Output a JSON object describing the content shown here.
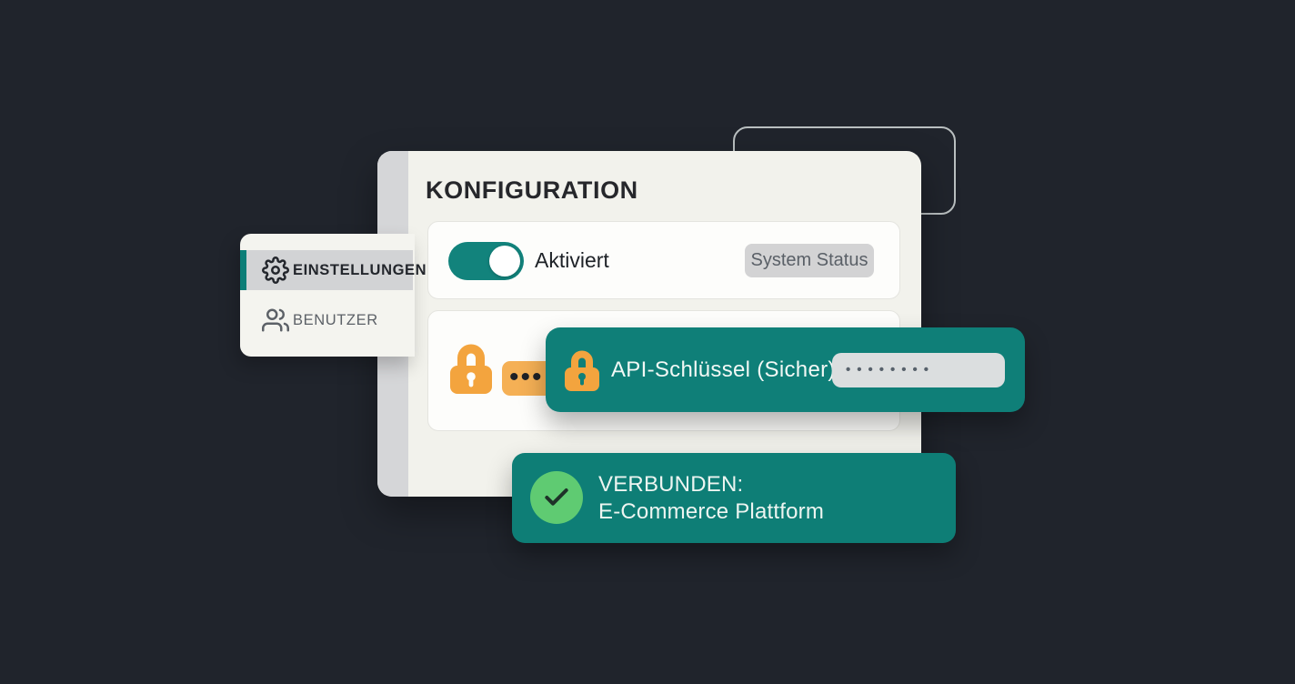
{
  "colors": {
    "background": "#20242c",
    "teal": "#0f7f78",
    "teal_accent": "#0c7e77",
    "orange": "#f3a43e",
    "orange_light": "#f5b055",
    "green": "#5fcb72",
    "card_cream": "#f2f2ec",
    "row_white": "#fdfdfb"
  },
  "panel": {
    "title": "KONFIGURATION"
  },
  "sidebar": {
    "items": [
      {
        "label": "EINSTELLUNGEN",
        "icon": "gear-icon",
        "active": true
      },
      {
        "label": "BENUTZER",
        "icon": "users-icon",
        "active": false
      }
    ]
  },
  "system_row": {
    "toggle_state": "on",
    "toggle_label": "Aktiviert",
    "status_badge": "System Status"
  },
  "api_row": {
    "masked_value": "•••"
  },
  "api_popup": {
    "label": "API-Schlüssel (Sicher)",
    "masked_value": "••••••••"
  },
  "status_banner": {
    "line1": "VERBUNDEN:",
    "line2": "E-Commerce Plattform"
  }
}
